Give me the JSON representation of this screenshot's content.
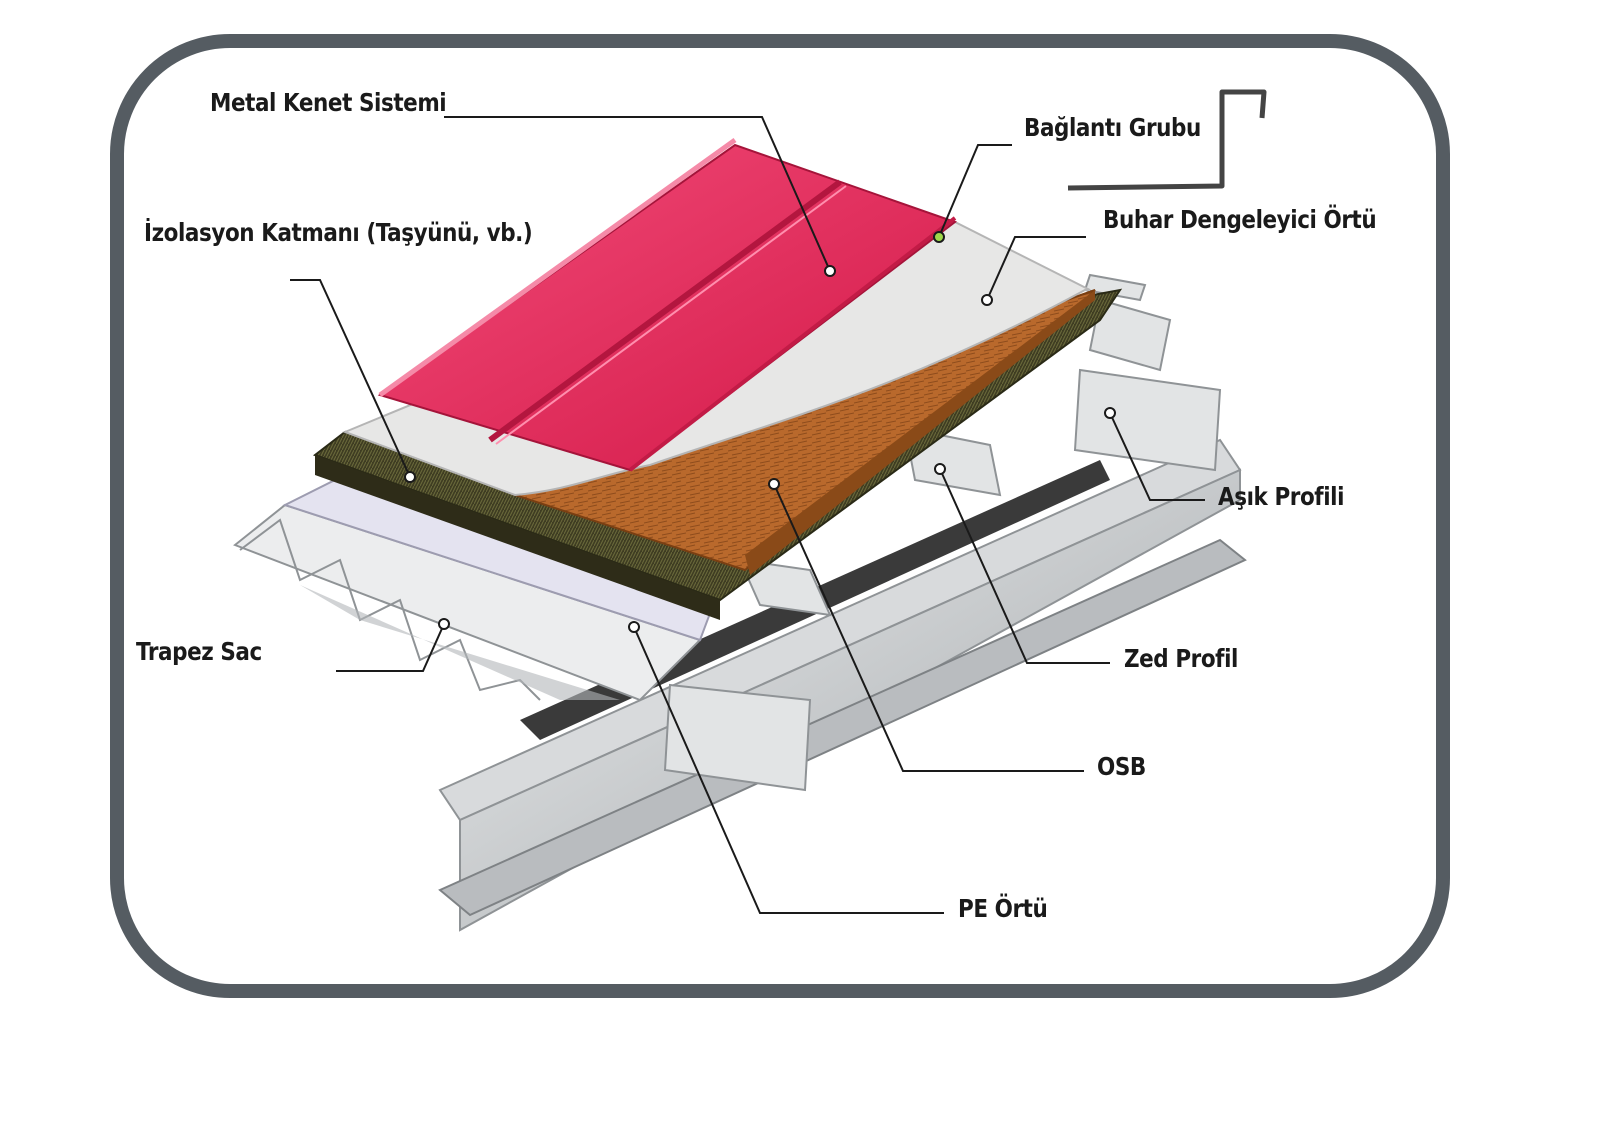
{
  "labels": {
    "metal_kenet": "Metal Kenet Sistemi",
    "baglanti": "Bağlantı  Grubu",
    "izolasyon": "İzolasyon Katmanı (Taşyünü, vb.)",
    "buhar": "Buhar Dengeleyici Örtü",
    "asik": "Aşık Profili",
    "trapez": "Trapez Sac",
    "zed": "Zed Profil",
    "osb": "OSB",
    "pe": "PE Örtü"
  },
  "colors": {
    "frame": "#555c62",
    "metal_panel": "#e0245a",
    "membrane": "#e6e6e6",
    "insulation": "#3d3b22",
    "osb": "#b86a2e",
    "pe_film": "#e4e3f0",
    "steel": "#c6c8ca"
  }
}
